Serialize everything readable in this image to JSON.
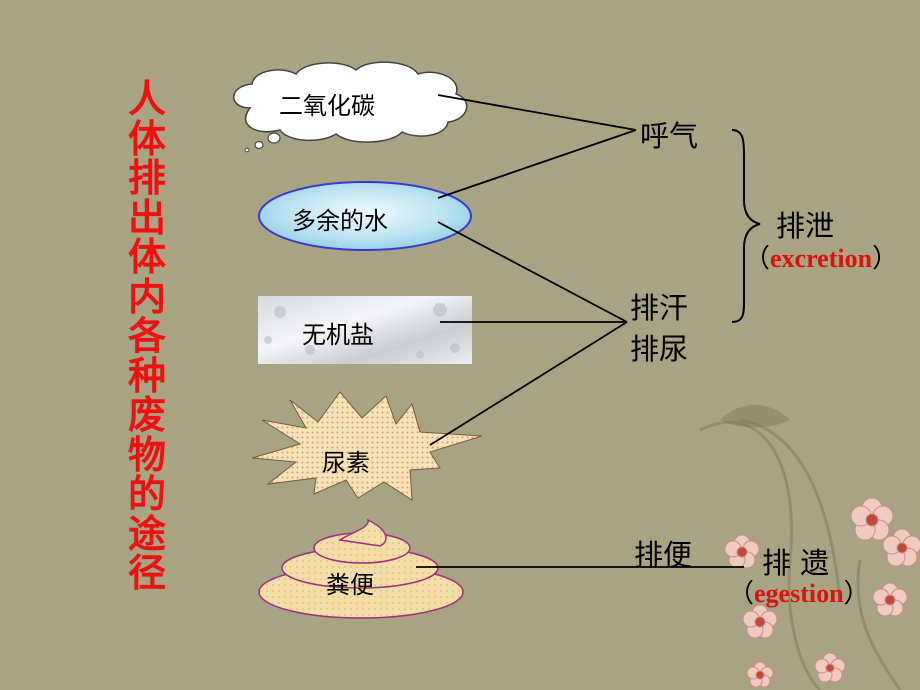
{
  "title": "人体排出体内各种废物的途径",
  "substances": {
    "co2": "二氧化碳",
    "water": "多余的水",
    "salt": "无机盐",
    "urea": "尿素",
    "feces": "粪便"
  },
  "routes": {
    "breathing": "呼气",
    "sweating": "排汗",
    "urination": "排尿",
    "defecation": "排便"
  },
  "categories": {
    "excretion": {
      "cn": "排泄",
      "en": "excretion"
    },
    "egestion": {
      "cn": "排 遗",
      "en": "egestion"
    }
  },
  "punct": {
    "open": "（",
    "close": "）"
  },
  "colors": {
    "background": "#a8a483",
    "title": "#ee1111",
    "english": "#dd1111"
  }
}
